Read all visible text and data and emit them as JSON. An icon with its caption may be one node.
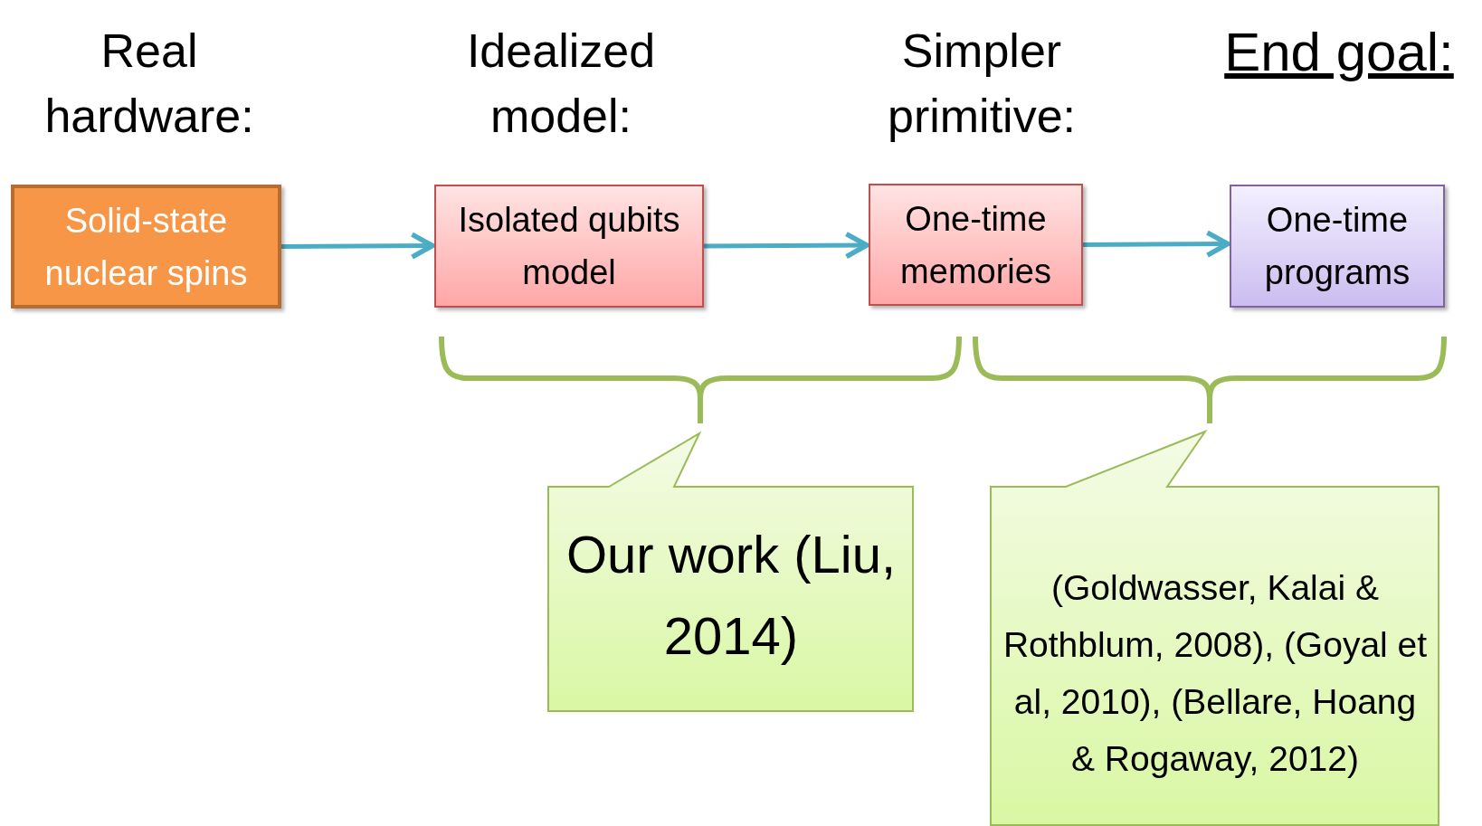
{
  "diagram": {
    "nodes": [
      {
        "text": [
          "Solid-state nuclear spins"
        ]
      },
      {
        "text": [
          "Isolated qubits model"
        ]
      },
      {
        "text": [
          "One-time memories"
        ]
      },
      {
        "text": [
          "One-time programs"
        ]
      },
      {
        "text": [
          "Our work (Liu, 2014)"
        ]
      },
      {
        "text": [
          "(Goldwasser, Kalai & Rothblum, 2008), (Goyal et al, 2010), (Bellare, Hoang & Rogaway, 2012)"
        ]
      }
    ],
    "edges": [
      {
        "from": 0,
        "to": 1,
        "arrow": "to"
      },
      {
        "from": 1,
        "to": 2,
        "arrow": "to"
      },
      {
        "from": 2,
        "to": 3,
        "arrow": "to"
      }
    ],
    "labels": [
      "Real hardware:",
      "Idealized model:",
      "Simpler primitive:",
      "End goal:"
    ]
  }
}
